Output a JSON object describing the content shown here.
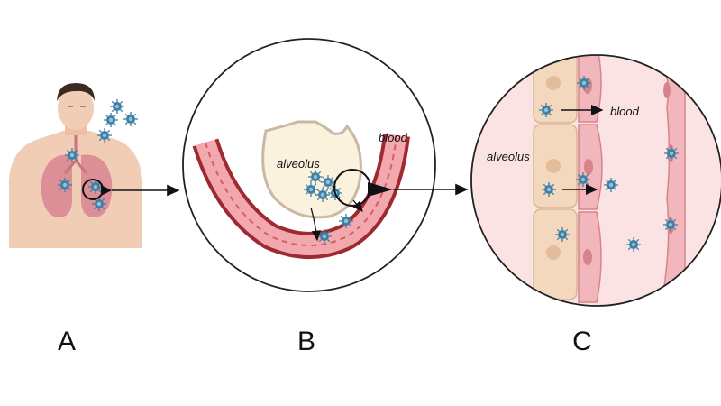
{
  "labels": {
    "alveolus_b": "alveolus",
    "blood_b": "blood",
    "alveolus_c": "alveolus",
    "blood_c": "blood"
  },
  "captions": {
    "a": "A",
    "b": "B",
    "c": "C"
  },
  "colors": {
    "skin": "#f2cdb5",
    "lung": "#dd8f98",
    "vessel_dark": "#9e2a30",
    "vessel_light": "#f2a8ae",
    "alveolus_fill": "#faf2dc",
    "virus": "#3f7fa6",
    "cell_tan": "#f3d8bd",
    "cell_pink": "#f2b7bd",
    "blood_bg": "#fbe3e3"
  },
  "icons": [
    "virus-icon",
    "arrow-icon",
    "magnifier-circle-icon"
  ]
}
